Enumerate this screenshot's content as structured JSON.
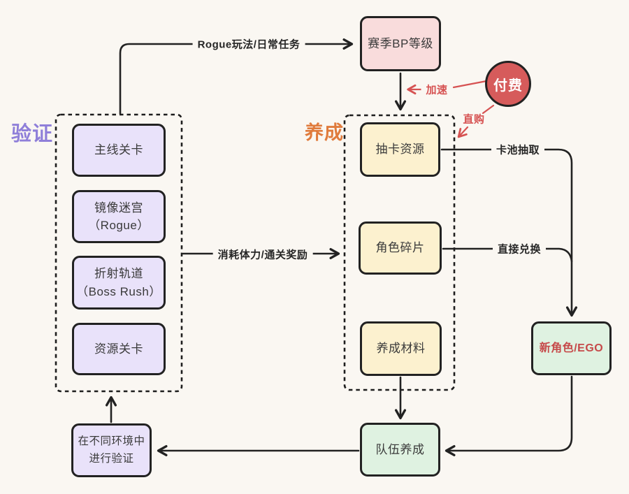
{
  "diagram": {
    "background_color": "#FAF7F2",
    "line_color": "#222222",
    "red_color": "#D65252",
    "groups": {
      "validation": {
        "label": "验证",
        "color": "#8F7FD9"
      },
      "growth": {
        "label": "养成",
        "color": "#E07B3C"
      }
    },
    "nodes": {
      "bp_level": {
        "label": "赛季BP等级",
        "fill": "#F9DCDC"
      },
      "main_stage": {
        "label": "主线关卡",
        "fill": "#E9E2FA"
      },
      "mirror_maze": {
        "line1": "镜像迷宫",
        "line2": "（Rogue）",
        "fill": "#E9E2FA"
      },
      "boss_rush": {
        "line1": "折射轨道",
        "line2": "（Boss Rush）",
        "fill": "#E9E2FA"
      },
      "resource_stage": {
        "label": "资源关卡",
        "fill": "#E9E2FA"
      },
      "gacha_resource": {
        "label": "抽卡资源",
        "fill": "#FCF1CF"
      },
      "char_shards": {
        "label": "角色碎片",
        "fill": "#FCF1CF"
      },
      "growth_materials": {
        "label": "养成材料",
        "fill": "#FCF1CF"
      },
      "new_character": {
        "label": "新角色/EGO",
        "fill": "#DFF2E1",
        "text_color": "#C64A4A"
      },
      "team_building": {
        "label": "队伍养成",
        "fill": "#DFF2E1"
      },
      "validate_env": {
        "line1": "在不同环境中",
        "line2": "进行验证",
        "fill": "#E9E2FA"
      },
      "pay": {
        "label": "付费",
        "fill": "#D65B5B",
        "text_color": "#FFFFFF"
      }
    },
    "edges": {
      "rogue_daily": "Rogue玩法/日常任务",
      "stamina_rewards": "消耗体力/通关奖励",
      "gacha_pull": "卡池抽取",
      "direct_exchange": "直接兑换",
      "accelerate": "加速",
      "direct_buy": "直购"
    }
  }
}
